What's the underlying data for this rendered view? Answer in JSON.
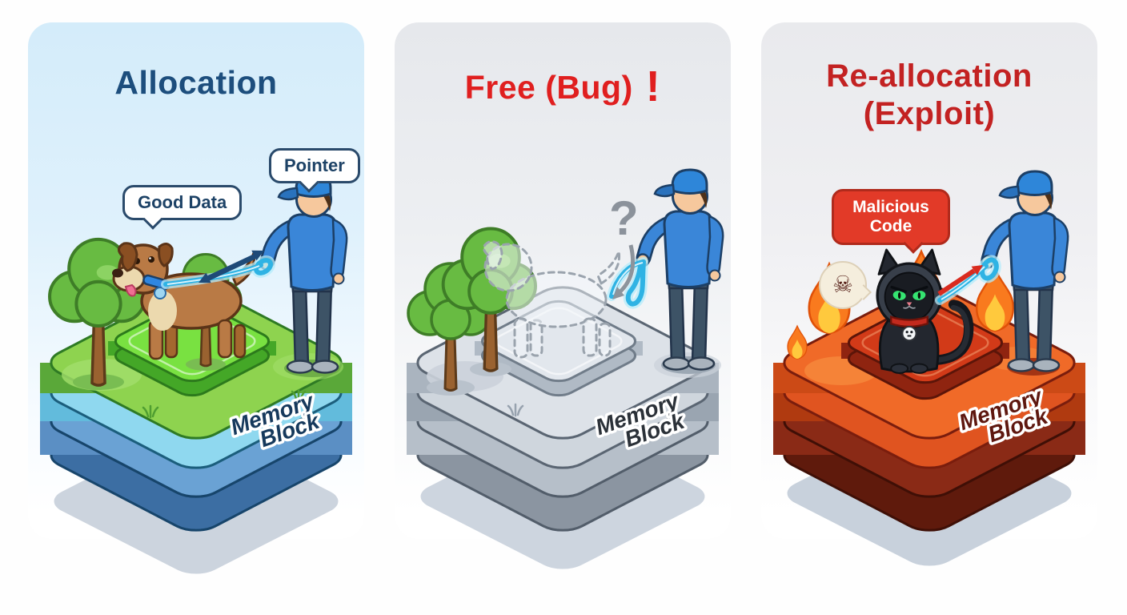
{
  "panels": [
    {
      "name": "allocation",
      "title": "Allocation",
      "labels": {
        "good_data": "Good Data",
        "pointer": "Pointer"
      },
      "memory_block": {
        "line1": "Memory",
        "line2": "Block"
      }
    },
    {
      "name": "free-bug",
      "title": "Free (Bug)",
      "alert_mark": "!",
      "question_mark": "?",
      "memory_block": {
        "line1": "Memory",
        "line2": "Block"
      }
    },
    {
      "name": "re-allocation-exploit",
      "title_line1": "Re-allocation",
      "title_line2": "(Exploit)",
      "labels": {
        "malicious_code": "Malicious Code"
      },
      "skull_icon": "☠",
      "memory_block": {
        "line1": "Memory",
        "line2": "Block"
      }
    }
  ],
  "colors": {
    "panel_allocation_bg": "#d4ecfa",
    "panel_free_bg": "#e6e8ec",
    "panel_exploit_bg": "#e9eaed",
    "title_allocation": "#1d4e7d",
    "title_free": "#e01f1f",
    "title_exploit": "#c32222",
    "label_bubble_border": "#2a4a6b",
    "malicious_bubble_bg": "#e23a28",
    "leash_cyan": "#2fb3e4",
    "pointer_arrow_navy": "#1e4a78",
    "exploit_arrow_red": "#d92b1f",
    "block_top_allocation": "#8ed34f",
    "block_top_free": "#dde2e8",
    "block_top_exploit": "#f06223",
    "memory_text_allocation": "#16395c",
    "memory_text_free": "#2b3138",
    "memory_text_exploit": "#5e170f"
  }
}
